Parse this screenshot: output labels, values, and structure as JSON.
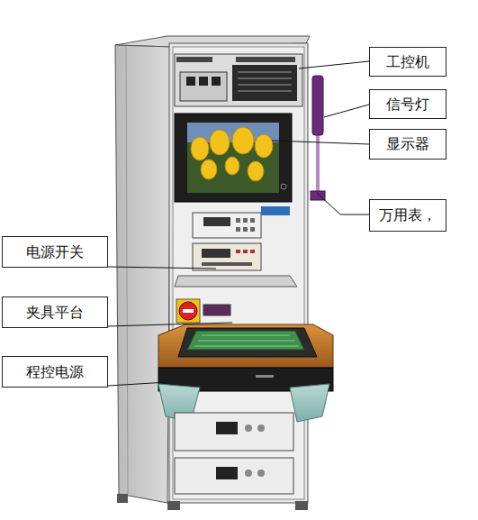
{
  "diagram": {
    "nodes": [
      {
        "text": [
          "工控机"
        ]
      },
      {
        "text": [
          "信号灯"
        ]
      },
      {
        "text": [
          "显示器"
        ]
      },
      {
        "text": [
          "万用表，"
        ]
      },
      {
        "text": [
          "电源开关"
        ]
      },
      {
        "text": [
          "夹具平台"
        ]
      },
      {
        "text": [
          "程控电源"
        ]
      }
    ]
  }
}
